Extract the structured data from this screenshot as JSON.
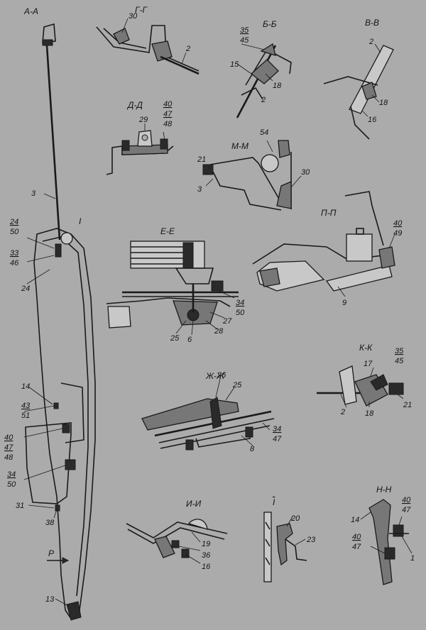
{
  "sections": {
    "aa": {
      "title": "А-А",
      "labels": [
        "3",
        "24",
        "50",
        "33",
        "46",
        "24",
        "14",
        "43",
        "51",
        "40",
        "47",
        "48",
        "34",
        "50",
        "31",
        "38",
        "13"
      ]
    },
    "gg": {
      "title": "Г-Г",
      "labels": [
        "30",
        "2"
      ]
    },
    "bb": {
      "title": "Б-Б",
      "labels": [
        "35",
        "45",
        "15",
        "18",
        "2"
      ]
    },
    "vv": {
      "title": "В-В",
      "labels": [
        "2",
        "18",
        "16"
      ]
    },
    "dd": {
      "title": "Д-Д",
      "labels": [
        "29",
        "40",
        "47",
        "48"
      ]
    },
    "mm": {
      "title": "М-М",
      "labels": [
        "54",
        "21",
        "3",
        "30"
      ]
    },
    "ee": {
      "title": "Е-Е",
      "labels": [
        "34",
        "50",
        "27",
        "28",
        "25",
        "6"
      ]
    },
    "pp": {
      "title": "П-П",
      "labels": [
        "40",
        "49",
        "9"
      ]
    },
    "kk": {
      "title": "К-К",
      "labels": [
        "35",
        "45",
        "17",
        "2",
        "18",
        "21"
      ]
    },
    "zz": {
      "title": "Ж-Ж",
      "labels": [
        "26",
        "25",
        "34",
        "47",
        "8"
      ]
    },
    "ii": {
      "title": "И-И",
      "labels": [
        "19",
        "36",
        "16"
      ]
    },
    "one": {
      "title": "I",
      "labels": [
        "20",
        "23"
      ]
    },
    "nn": {
      "title": "Н-Н",
      "labels": [
        "14",
        "40",
        "47",
        "40",
        "47",
        "1"
      ]
    }
  },
  "markers": {
    "view_i": "I",
    "arrow_p": "Р"
  }
}
